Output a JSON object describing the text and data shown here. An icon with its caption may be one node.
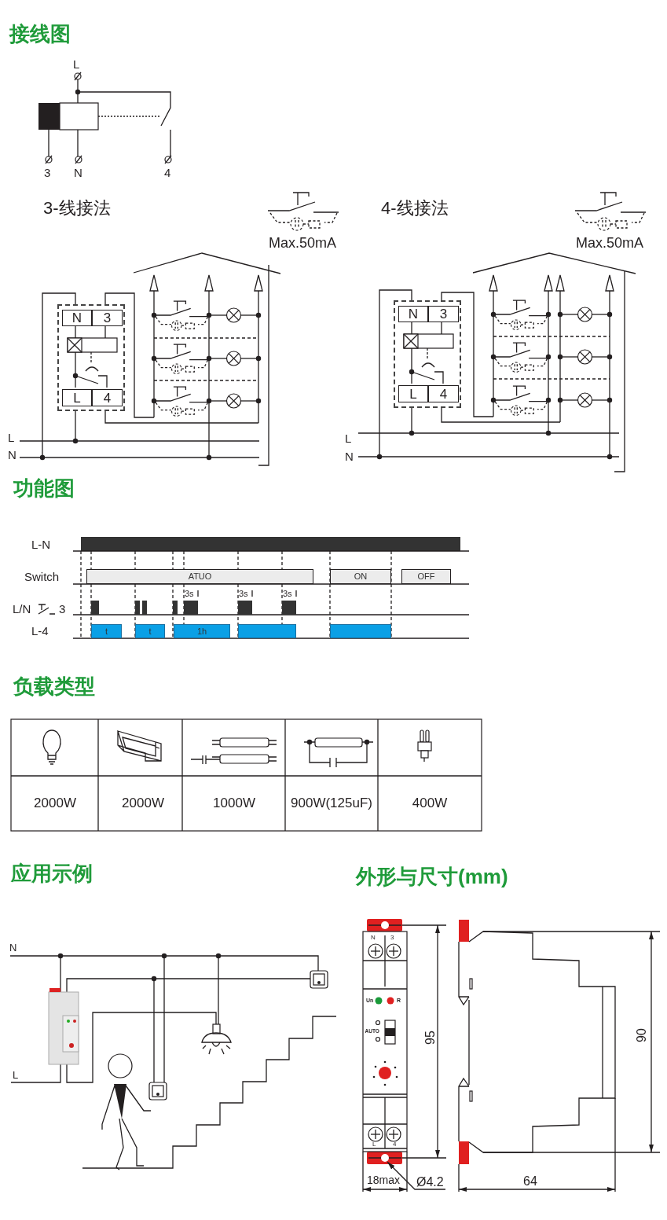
{
  "diagram": {
    "nodes": [
      {
        "text": [],
        "shape": "box"
      },
      {
        "text": [
          "N"
        ],
        "in": 0
      },
      {
        "text": [
          "3"
        ],
        "in": 0
      },
      {
        "text": [
          "L"
        ],
        "in": 0
      },
      {
        "text": [
          "4"
        ],
        "in": 0
      },
      {
        "text": [],
        "shape": "box"
      },
      {
        "text": [
          "N"
        ],
        "in": 5
      },
      {
        "text": [
          "3"
        ],
        "in": 5
      },
      {
        "text": [
          "L"
        ],
        "in": 5
      },
      {
        "text": [
          "4"
        ],
        "in": 5
      },
      {
        "text": [
          "ATUO"
        ]
      },
      {
        "text": [
          "ON"
        ]
      },
      {
        "text": [
          "OFF"
        ]
      },
      {
        "text": [
          "t"
        ]
      },
      {
        "text": [
          "t"
        ]
      },
      {
        "text": [
          "1h"
        ]
      },
      {
        "text": [],
        "shape": "bar"
      },
      {
        "text": [],
        "shape": "bar"
      }
    ],
    "labels": [
      "接线图",
      "L",
      "3",
      "N",
      "4",
      "3-线接法",
      "Max.50mA",
      "4-线接法",
      "Max.50mA",
      "L",
      "N",
      "L",
      "N",
      "功能图",
      "L-N",
      "Switch",
      "3s",
      "3s",
      "3s",
      "L/N",
      "3",
      "L-4",
      "负载类型",
      "2000W",
      "2000W",
      "1000W",
      "900W(125uF)",
      "400W",
      "应用示例",
      "外形与尺寸(mm)",
      "N",
      "L",
      "N",
      "3",
      "Un",
      "R",
      "AUTO",
      "L",
      "4",
      "95",
      "18max",
      "Ø4.2",
      "90",
      "64"
    ]
  }
}
